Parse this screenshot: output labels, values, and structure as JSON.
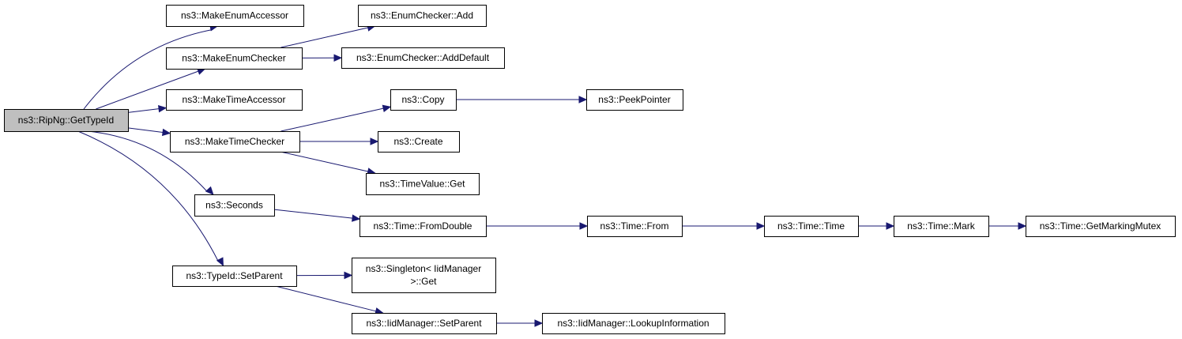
{
  "colors": {
    "edge": "#191970",
    "root_fill": "#bfbfbf",
    "node_fill": "#ffffff",
    "node_border": "#000000"
  },
  "nodes": [
    {
      "id": "root",
      "lines": [
        "ns3::RipNg::GetTypeId"
      ]
    },
    {
      "id": "mkEnumAcc",
      "lines": [
        "ns3::MakeEnumAccessor"
      ]
    },
    {
      "id": "mkEnumChk",
      "lines": [
        "ns3::MakeEnumChecker"
      ]
    },
    {
      "id": "mkTimeAcc",
      "lines": [
        "ns3::MakeTimeAccessor"
      ]
    },
    {
      "id": "mkTimeChk",
      "lines": [
        "ns3::MakeTimeChecker"
      ]
    },
    {
      "id": "seconds",
      "lines": [
        "ns3::Seconds"
      ]
    },
    {
      "id": "setParent",
      "lines": [
        "ns3::TypeId::SetParent"
      ]
    },
    {
      "id": "enumAdd",
      "lines": [
        "ns3::EnumChecker::Add"
      ]
    },
    {
      "id": "enumAddDef",
      "lines": [
        "ns3::EnumChecker::AddDefault"
      ]
    },
    {
      "id": "copy",
      "lines": [
        "ns3::Copy"
      ]
    },
    {
      "id": "create",
      "lines": [
        "ns3::Create"
      ]
    },
    {
      "id": "tvGet",
      "lines": [
        "ns3::TimeValue::Get"
      ]
    },
    {
      "id": "fromDouble",
      "lines": [
        "ns3::Time::FromDouble"
      ]
    },
    {
      "id": "singletonGet",
      "lines": [
        "ns3::Singleton< IidManager",
        ">::Get"
      ]
    },
    {
      "id": "iidSetParent",
      "lines": [
        "ns3::IidManager::SetParent"
      ]
    },
    {
      "id": "peek",
      "lines": [
        "ns3::PeekPointer"
      ]
    },
    {
      "id": "from",
      "lines": [
        "ns3::Time::From"
      ]
    },
    {
      "id": "time",
      "lines": [
        "ns3::Time::Time"
      ]
    },
    {
      "id": "mark",
      "lines": [
        "ns3::Time::Mark"
      ]
    },
    {
      "id": "mutex",
      "lines": [
        "ns3::Time::GetMarkingMutex"
      ]
    },
    {
      "id": "lookup",
      "lines": [
        "ns3::IidManager::LookupInformation"
      ]
    }
  ],
  "edges": [
    [
      "root",
      "mkEnumAcc"
    ],
    [
      "root",
      "mkEnumChk"
    ],
    [
      "root",
      "mkTimeAcc"
    ],
    [
      "root",
      "mkTimeChk"
    ],
    [
      "root",
      "seconds"
    ],
    [
      "root",
      "setParent"
    ],
    [
      "mkEnumChk",
      "enumAdd"
    ],
    [
      "mkEnumChk",
      "enumAddDef"
    ],
    [
      "mkTimeChk",
      "copy"
    ],
    [
      "mkTimeChk",
      "create"
    ],
    [
      "mkTimeChk",
      "tvGet"
    ],
    [
      "copy",
      "peek"
    ],
    [
      "seconds",
      "fromDouble"
    ],
    [
      "fromDouble",
      "from"
    ],
    [
      "from",
      "time"
    ],
    [
      "time",
      "mark"
    ],
    [
      "mark",
      "mutex"
    ],
    [
      "setParent",
      "singletonGet"
    ],
    [
      "setParent",
      "iidSetParent"
    ],
    [
      "iidSetParent",
      "lookup"
    ]
  ]
}
